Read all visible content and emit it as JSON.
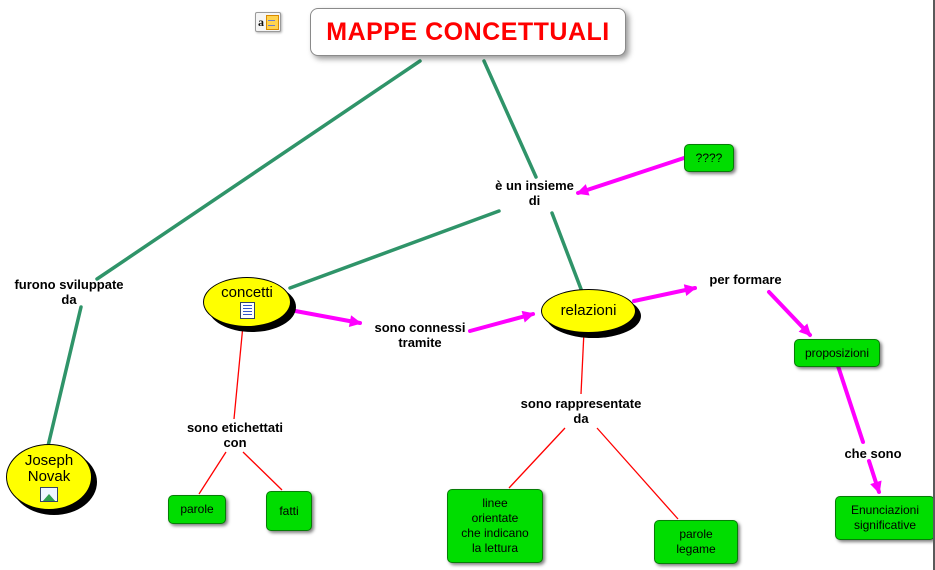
{
  "title": {
    "text": "MAPPE CONCETTUALI"
  },
  "icons": {
    "annotation_letter": "a"
  },
  "nodes": {
    "question": "????",
    "concetti": "concetti",
    "relazioni": "relazioni",
    "joseph_novak": "Joseph\nNovak",
    "proposizioni": "proposizioni",
    "enunciazioni": "Enunciazioni\nsignificative",
    "parole": "parole",
    "fatti": "fatti",
    "linee_orientate": "linee\norientate\nche indicano\nla lettura",
    "parole_legame": "parole\nlegame"
  },
  "phrases": {
    "e_un_insieme": "è un insieme\ndi",
    "furono_sviluppate": "furono sviluppate\nda",
    "sono_connessi": "sono connessi\ntramite",
    "per_formare": "per formare",
    "che_sono": "che sono",
    "sono_etichettati": "sono etichettati\ncon",
    "sono_rappresentate": "sono rappresentate\nda"
  },
  "colors": {
    "title_text": "#FF0000",
    "concept_fill": "#FFFF00",
    "detail_fill": "#00DD00",
    "link_green": "#2F9469",
    "link_magenta": "#FF00FF",
    "link_red": "#FF0000"
  }
}
